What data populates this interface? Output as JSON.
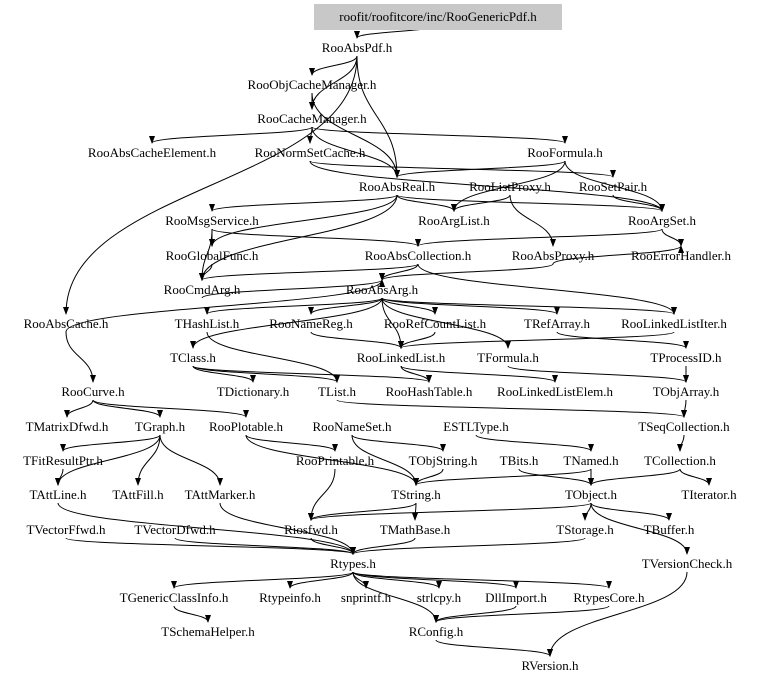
{
  "root": "roofit/roofitcore/inc/RooGenericPdf.h",
  "nodes": [
    "RooAbsPdf.h",
    "RooObjCacheManager.h",
    "RooCacheManager.h",
    "RooAbsCacheElement.h",
    "RooNormSetCache.h",
    "RooFormula.h",
    "RooAbsReal.h",
    "RooListProxy.h",
    "RooSetPair.h",
    "RooMsgService.h",
    "RooArgList.h",
    "RooArgSet.h",
    "RooGlobalFunc.h",
    "RooAbsCollection.h",
    "RooAbsProxy.h",
    "RooErrorHandler.h",
    "RooCmdArg.h",
    "RooAbsArg.h",
    "RooAbsCache.h",
    "THashList.h",
    "RooNameReg.h",
    "RooRefCountList.h",
    "TRefArray.h",
    "RooLinkedListIter.h",
    "TClass.h",
    "RooLinkedList.h",
    "TFormula.h",
    "TProcessID.h",
    "RooCurve.h",
    "TDictionary.h",
    "TList.h",
    "RooHashTable.h",
    "RooLinkedListElem.h",
    "TObjArray.h",
    "TMatrixDfwd.h",
    "TGraph.h",
    "RooPlotable.h",
    "RooNameSet.h",
    "ESTLType.h",
    "TSeqCollection.h",
    "TFitResultPtr.h",
    "RooPrintable.h",
    "TObjString.h",
    "TBits.h",
    "TNamed.h",
    "TCollection.h",
    "TAttLine.h",
    "TAttFill.h",
    "TAttMarker.h",
    "TString.h",
    "TObject.h",
    "TIterator.h",
    "TVectorFfwd.h",
    "TVectorDfwd.h",
    "Riosfwd.h",
    "TMathBase.h",
    "TStorage.h",
    "TBuffer.h",
    "Rtypes.h",
    "TVersionCheck.h",
    "TGenericClassInfo.h",
    "Rtypeinfo.h",
    "snprintf.h",
    "strlcpy.h",
    "DllImport.h",
    "RtypesCore.h",
    "TSchemaHelper.h",
    "RConfig.h",
    "RVersion.h"
  ]
}
